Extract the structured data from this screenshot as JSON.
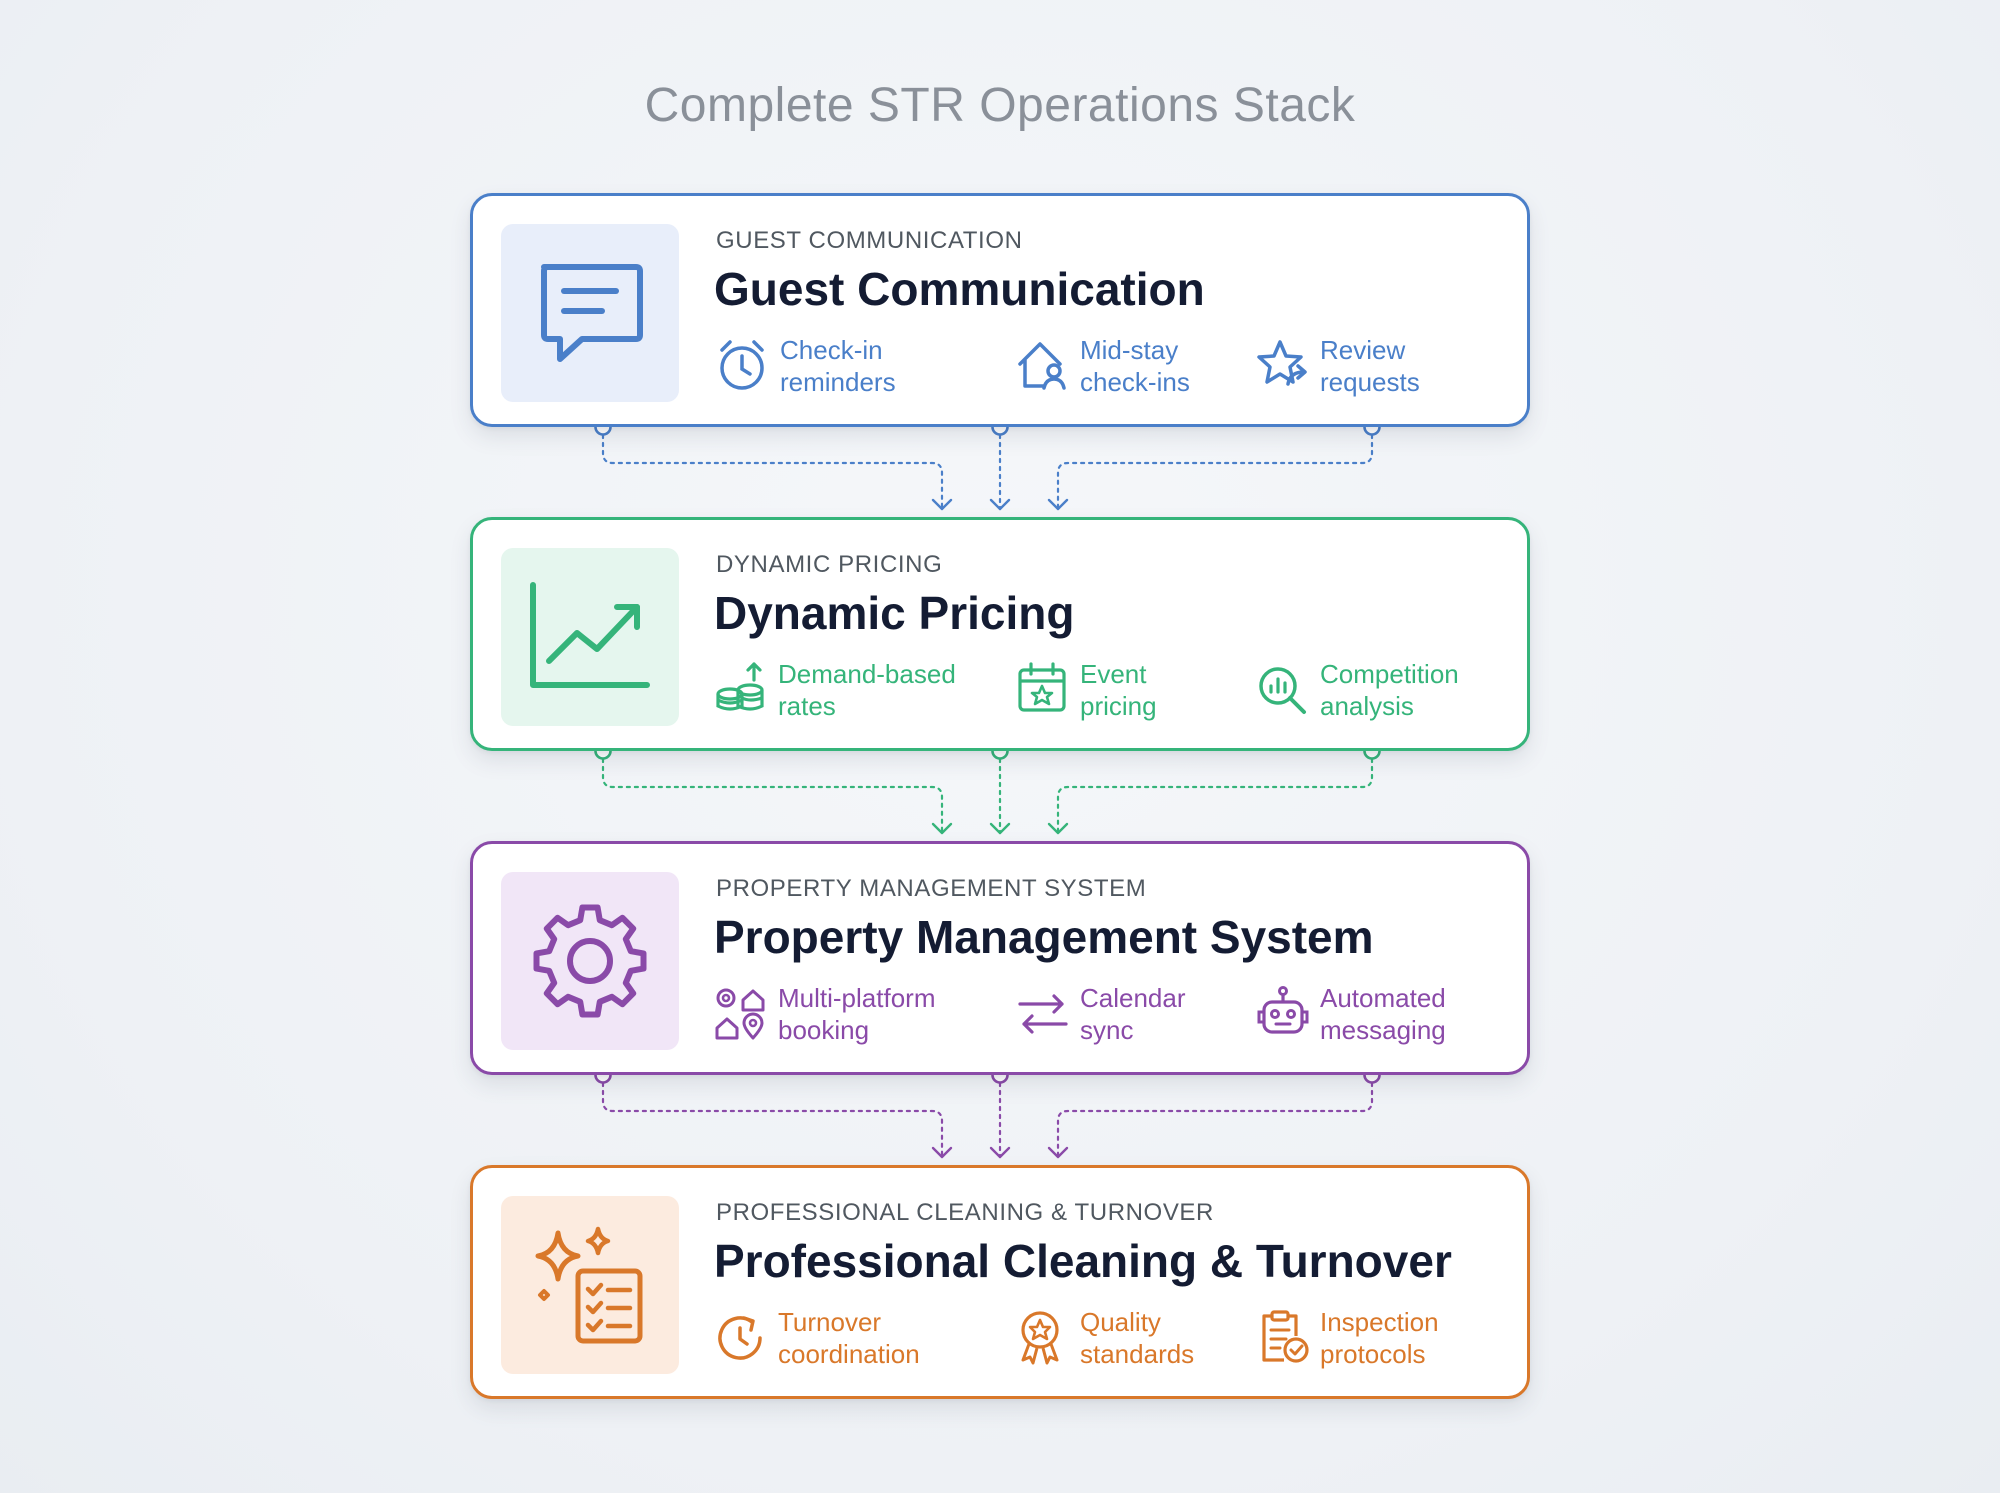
{
  "title": "Complete STR Operations Stack",
  "layers": [
    {
      "kicker": "GUEST COMMUNICATION",
      "heading": "Guest Communication",
      "color": "#4a7fc9",
      "tint": "#e8eefa",
      "icon": "chat-bubble-icon",
      "features": [
        {
          "label": "Check-in\nreminders",
          "icon": "alarm-clock-icon"
        },
        {
          "label": "Mid-stay\ncheck-ins",
          "icon": "house-person-icon"
        },
        {
          "label": "Review\nrequests",
          "icon": "star-share-icon"
        }
      ]
    },
    {
      "kicker": "DYNAMIC PRICING",
      "heading": "Dynamic Pricing",
      "color": "#35b47a",
      "tint": "#e5f6ee",
      "icon": "trend-chart-icon",
      "features": [
        {
          "label": "Demand-based\nrates",
          "icon": "coins-arrow-icon"
        },
        {
          "label": "Event\npricing",
          "icon": "calendar-star-icon"
        },
        {
          "label": "Competition\nanalysis",
          "icon": "magnifier-chart-icon"
        }
      ]
    },
    {
      "kicker": "PROPERTY MANAGEMENT SYSTEM",
      "heading": "Property Management System",
      "color": "#8a4aa8",
      "tint": "#f1e6f7",
      "icon": "gear-icon",
      "features": [
        {
          "label": "Multi-platform\nbooking",
          "icon": "platforms-icon"
        },
        {
          "label": "Calendar\nsync",
          "icon": "sync-arrows-icon"
        },
        {
          "label": "Automated\nmessaging",
          "icon": "robot-icon"
        }
      ]
    },
    {
      "kicker": "PROFESSIONAL CLEANING & TURNOVER",
      "heading": "Professional Cleaning & Turnover",
      "color": "#d9782a",
      "tint": "#fcebdf",
      "icon": "sparkle-checklist-icon",
      "features": [
        {
          "label": "Turnover\ncoordination",
          "icon": "cycle-clock-icon"
        },
        {
          "label": "Quality\nstandards",
          "icon": "award-badge-icon"
        },
        {
          "label": "Inspection\nprotocols",
          "icon": "clipboard-check-icon"
        }
      ]
    }
  ]
}
